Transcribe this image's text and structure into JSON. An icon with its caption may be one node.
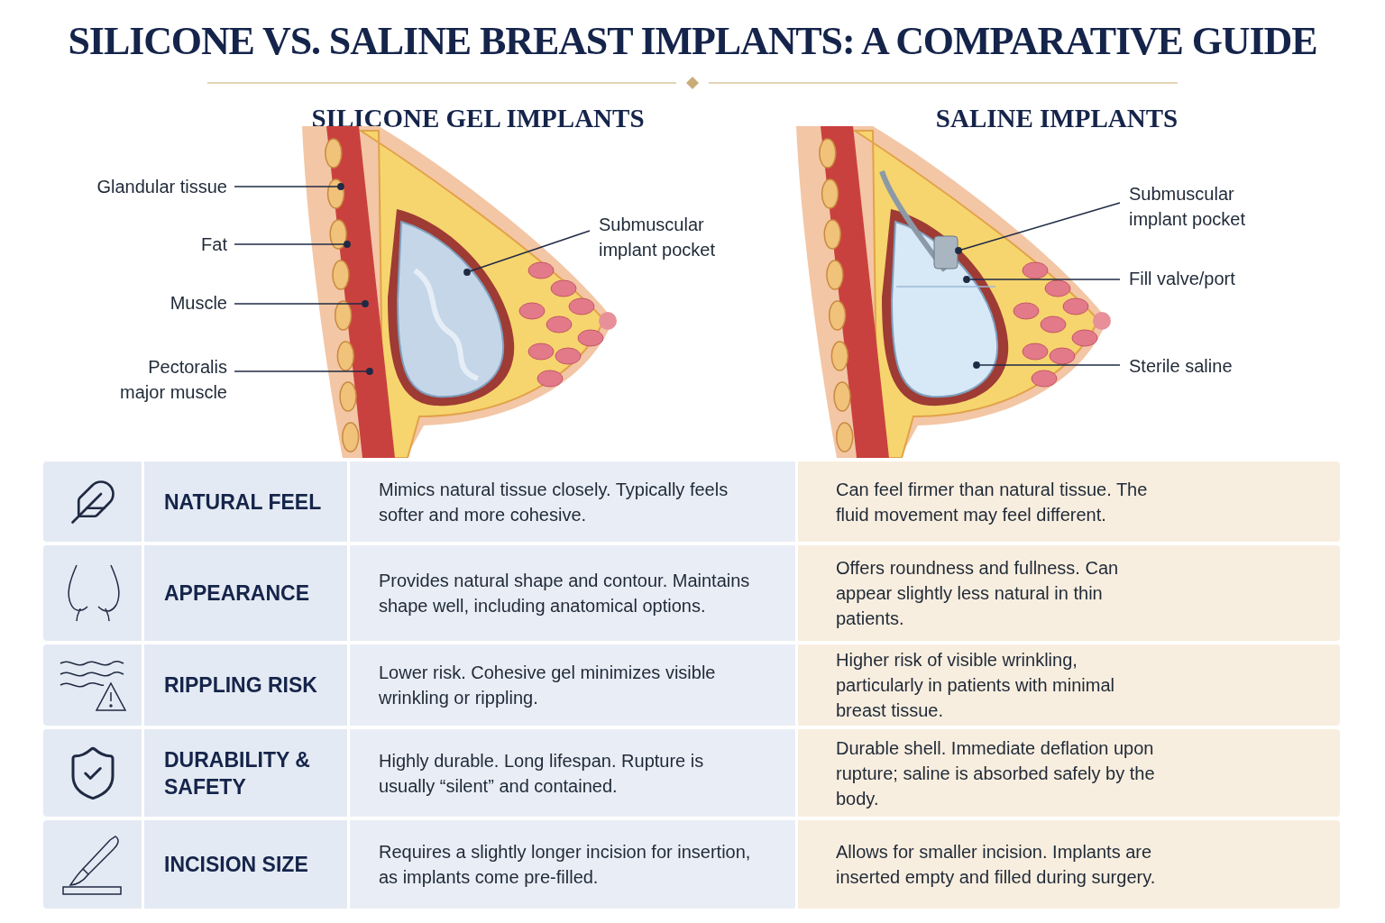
{
  "diagram": {
    "title": "SILICONE VS. SALINE BREAST IMPLANTS: A COMPARATIVE GUIDE",
    "nodes": [
      {
        "text": [
          "Glandular tissue"
        ]
      },
      {
        "text": [
          "Fat"
        ]
      },
      {
        "text": [
          "Muscle"
        ]
      },
      {
        "text": [
          "Pectoralis major muscle"
        ]
      },
      {
        "text": [
          "Submuscular implant pocket"
        ]
      },
      {
        "text": [
          "Submuscular implant pocket"
        ]
      },
      {
        "text": [
          "Fill valve/port"
        ]
      },
      {
        "text": [
          "Sterile saline"
        ]
      },
      {
        "text": [],
        "shape": "picture"
      },
      {
        "text": [],
        "shape": "picture"
      }
    ],
    "edges": [
      {
        "from": 0,
        "to": 8,
        "arrow": "other"
      },
      {
        "from": 1,
        "to": 8,
        "arrow": "other"
      },
      {
        "from": 2,
        "to": 8,
        "arrow": "other"
      },
      {
        "from": 3,
        "to": 8,
        "arrow": "other"
      },
      {
        "from": 4,
        "to": 8,
        "arrow": "other"
      },
      {
        "from": 5,
        "to": 9,
        "arrow": "other"
      },
      {
        "from": 6,
        "to": 9,
        "arrow": "other"
      },
      {
        "from": 7,
        "to": 9,
        "arrow": "other"
      }
    ],
    "labels": [
      "SILICONE GEL IMPLANTS",
      "SALINE IMPLANTS",
      "NATURAL FEEL",
      "Mimics natural tissue closely. Typically feels softer and more cohesive.",
      "Can feel firmer than natural tissue. The fluid movement may feel different.",
      "APPEARANCE",
      "Provides natural shape and contour. Maintains shape well, including anatomical options.",
      "Offers roundness and fullness. Can appear slightly less natural in thin patients.",
      "RIPPLING RISK",
      "Lower risk. Cohesive gel minimizes visible wrinkling or rippling.",
      "Higher risk of visible wrinkling, particularly in patients with minimal breast tissue.",
      "DURABILITY & SAFETY",
      "Highly durable. Long lifespan. Rupture is usually “silent” and contained.",
      "Durable shell. Immediate deflation upon rupture; saline is absorbed safely by the body.",
      "INCISION SIZE",
      "Requires a slightly longer incision for insertion, as implants come pre-filled.",
      "Allows for smaller incision. Implants are inserted empty and filled during surgery."
    ]
  }
}
